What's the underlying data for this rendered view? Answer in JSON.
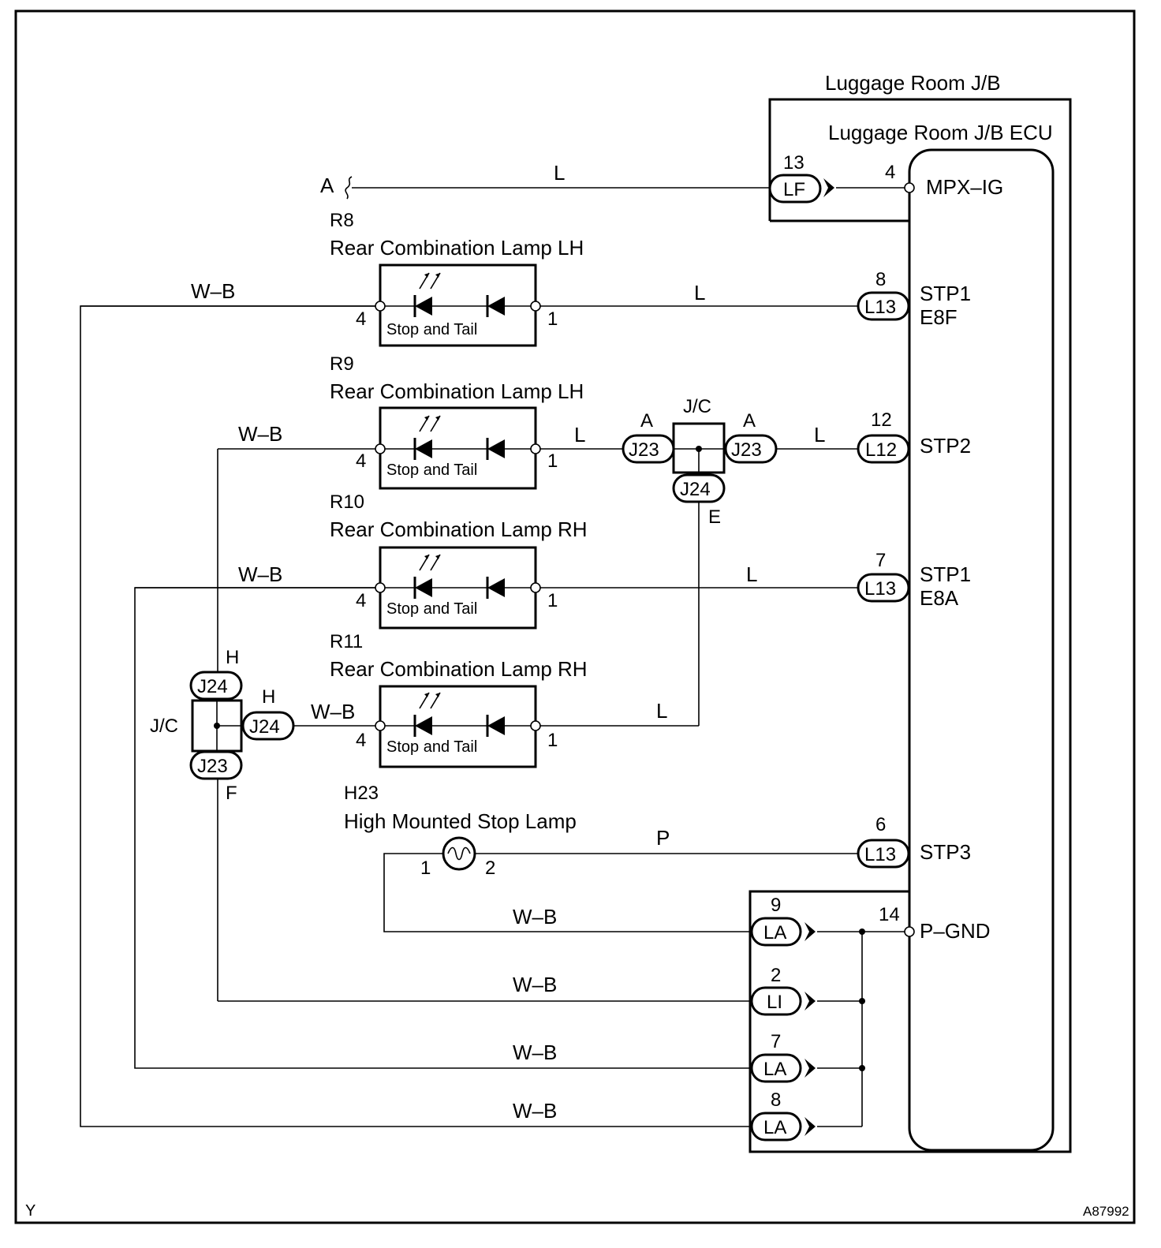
{
  "corner_left": "Y",
  "corner_right": "A87992",
  "jb": {
    "title": "Luggage Room J/B",
    "ecu_title": "Luggage Room J/B ECU",
    "terminals": {
      "mpx_ig": "MPX–IG",
      "stp1_e8f": [
        "STP1",
        "E8F"
      ],
      "stp2": "STP2",
      "stp1_e8a": [
        "STP1",
        "E8A"
      ],
      "stp3": "STP3",
      "p_gnd": "P–GND"
    },
    "connectors": {
      "lf": {
        "label": "LF",
        "pin": "13",
        "ecu_pin": "4"
      },
      "l13_top": {
        "label": "L13",
        "pin": "8"
      },
      "l12": {
        "label": "L12",
        "pin": "12"
      },
      "l13_mid": {
        "label": "L13",
        "pin": "7"
      },
      "l13_bot": {
        "label": "L13",
        "pin": "6"
      },
      "la_9": {
        "label": "LA",
        "pin": "9"
      },
      "li_2": {
        "label": "LI",
        "pin": "2"
      },
      "la_7": {
        "label": "LA",
        "pin": "7"
      },
      "la_8": {
        "label": "LA",
        "pin": "8"
      },
      "gnd_pin": "14"
    }
  },
  "lamps": {
    "r8": {
      "code": "R8",
      "name": "Rear Combination Lamp LH",
      "inner": "Stop and Tail",
      "pin_left": "4",
      "pin_right": "1"
    },
    "r9": {
      "code": "R9",
      "name": "Rear Combination Lamp LH",
      "inner": "Stop and Tail",
      "pin_left": "4",
      "pin_right": "1"
    },
    "r10": {
      "code": "R10",
      "name": "Rear Combination Lamp RH",
      "inner": "Stop and Tail",
      "pin_left": "4",
      "pin_right": "1"
    },
    "r11": {
      "code": "R11",
      "name": "Rear Combination Lamp RH",
      "inner": "Stop and Tail",
      "pin_left": "4",
      "pin_right": "1"
    },
    "h23": {
      "code": "H23",
      "name": "High Mounted Stop Lamp",
      "pin_left": "1",
      "pin_right": "2"
    }
  },
  "jc_right": {
    "label": "J/C",
    "conn_left": "J23",
    "conn_right": "J23",
    "conn_bottom": "J24",
    "tag_left": "A",
    "tag_right": "A",
    "tag_bottom": "E"
  },
  "jc_left": {
    "label": "J/C",
    "conn_top": "J24",
    "conn_right": "J24",
    "conn_bottom": "J23",
    "tag_top": "H",
    "tag_right": "H",
    "tag_bottom": "F"
  },
  "wire_colors": {
    "a_line": "L",
    "r8_left": "W–B",
    "r8_right": "L",
    "r9_left": "W–B",
    "r9_right": "L",
    "jc_to_l12": "L",
    "r10_left": "W–B",
    "r10_right": "L",
    "r11_left": "W–B",
    "r11_right": "L",
    "h23_right": "P",
    "gnd1": "W–B",
    "gnd2": "W–B",
    "gnd3": "W–B",
    "gnd4": "W–B"
  },
  "a_label": "A"
}
